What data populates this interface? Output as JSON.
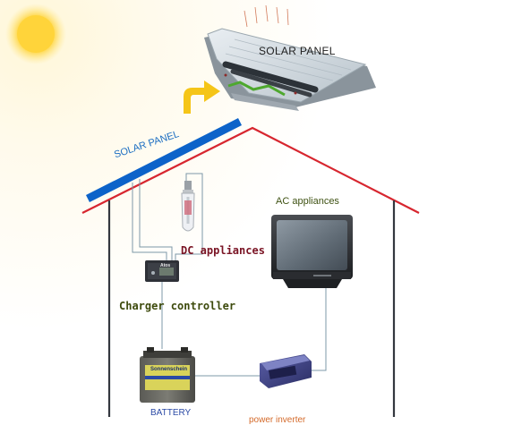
{
  "labels": {
    "solar_panel_top": "SOLAR PANEL",
    "solar_panel_roof": "SOLAR PANEL",
    "dc_appliances": "DC appliances",
    "charger_controller": "Charger controller",
    "ac_appliances": "AC appliances",
    "battery": "BATTERY",
    "power_inverter": "power inverter"
  },
  "device_text": {
    "controller_brand": "Atos",
    "battery_brand": "Sonnenschein"
  },
  "colors": {
    "roof_outline": "#d7262f",
    "house_wall": "#34383f",
    "roof_solar_panel": "#0d63c9",
    "wiring": "#7d98a8",
    "arrow": "#f5c518",
    "sun": "#ffd43a"
  },
  "icons": [
    "sun-icon",
    "solar-panel-icon",
    "arrow-icon",
    "light-bulb-icon",
    "charge-controller-icon",
    "tv-icon",
    "battery-icon",
    "inverter-icon"
  ]
}
